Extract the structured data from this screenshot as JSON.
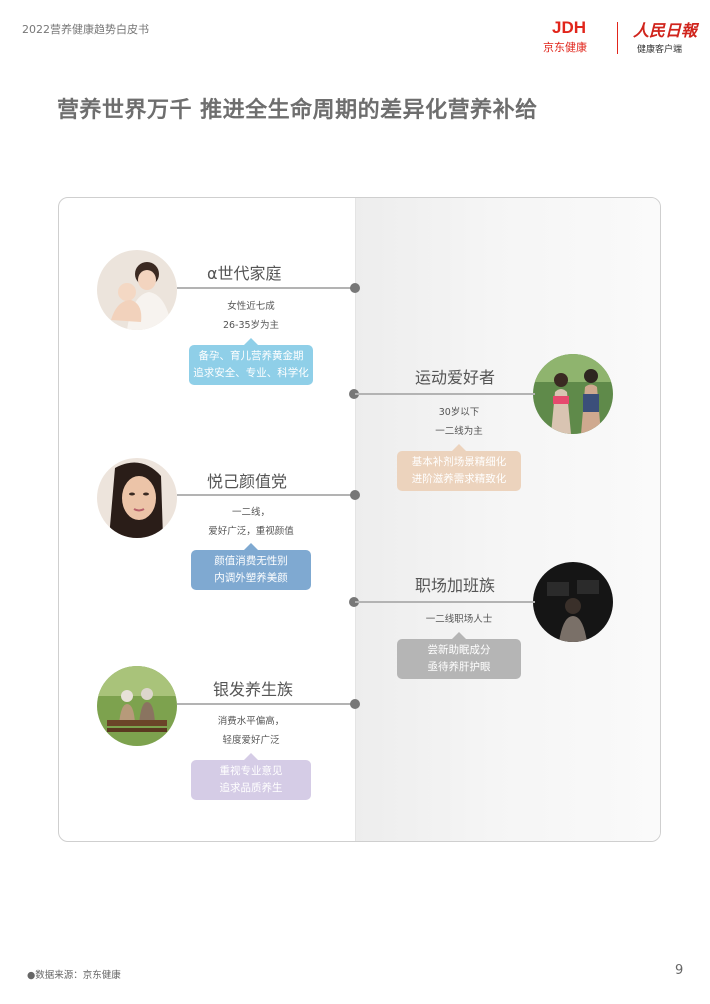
{
  "header": {
    "doc_title": "2022营养健康趋势白皮书",
    "jdh_logo": "JDH",
    "jdh_name": "京东健康",
    "people_logo": "人民日報",
    "people_sub": "健康客户端"
  },
  "heading": "营养世界万千 推进全生命周期的差异化营养补给",
  "segments": [
    {
      "title": "α世代家庭",
      "desc": [
        "女性近七成",
        "26-35岁为主"
      ],
      "tag": [
        "备孕、育儿营养黄金期",
        "追求安全、专业、科学化"
      ],
      "tag_color": "#8fcfe8",
      "photo": "mother-baby-photo"
    },
    {
      "title": "运动爱好者",
      "desc": [
        "30岁以下",
        "一二线为主"
      ],
      "tag": [
        "基本补剂场景精细化",
        "进阶滋养需求精致化"
      ],
      "tag_color": "#ecd3bd",
      "photo": "runners-photo"
    },
    {
      "title": "悦己颜值党",
      "desc": [
        "一二线，",
        "爱好广泛，重视颜值"
      ],
      "tag": [
        "颜值消费无性别",
        "内调外塑养美颜"
      ],
      "tag_color": "#7fa9d1",
      "photo": "beauty-woman-photo"
    },
    {
      "title": "职场加班族",
      "desc": [
        "一二线职场人士"
      ],
      "tag": [
        "尝新助眠成分",
        "亟待养肝护眼"
      ],
      "tag_color": "#b5b5b5",
      "photo": "night-office-photo"
    },
    {
      "title": "银发养生族",
      "desc": [
        "消费水平偏高，",
        "轻度爱好广泛"
      ],
      "tag": [
        "重视专业意见",
        "追求品质养生"
      ],
      "tag_color": "#d5cce6",
      "photo": "elderly-couple-photo"
    }
  ],
  "footer": {
    "source": "●数据来源：京东健康",
    "page_number": "9"
  }
}
